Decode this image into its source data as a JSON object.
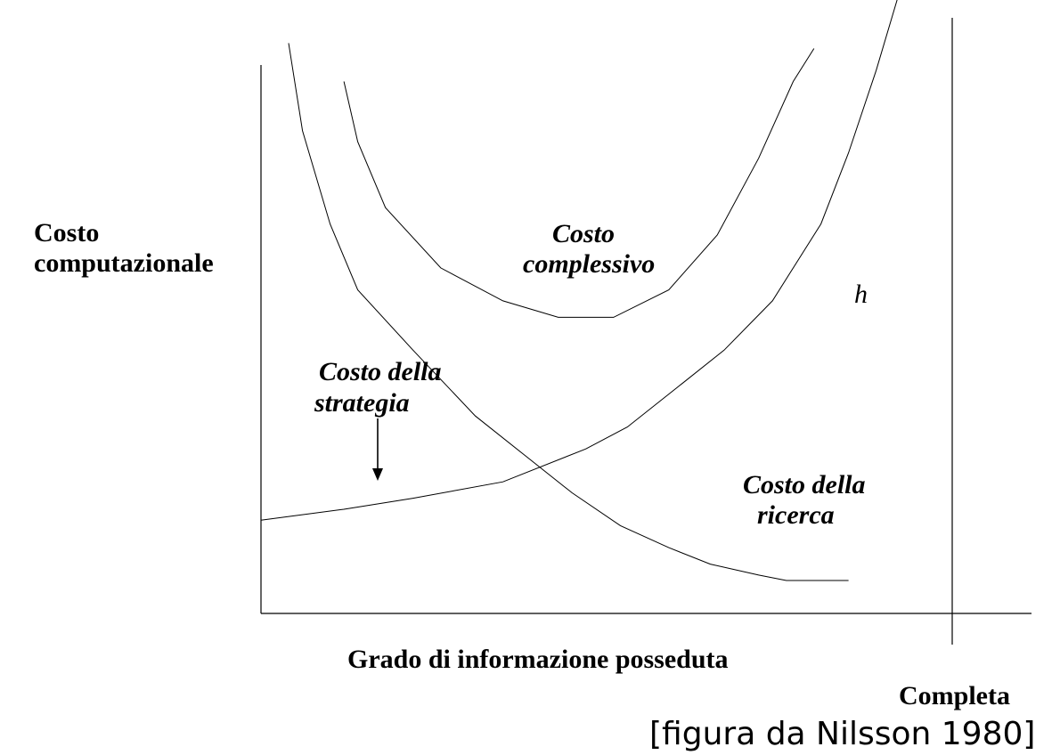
{
  "chart_data": {
    "type": "line",
    "title": "",
    "ylabel": [
      "Costo",
      "computazionale"
    ],
    "xlabel": "Grado di informazione posseduta",
    "x_end_label": "Completa",
    "xlim": [
      0,
      1
    ],
    "ylim": [
      0,
      1
    ],
    "grid": false,
    "series": [
      {
        "name": [
          "Costo",
          "complessivo"
        ],
        "x": [
          0.12,
          0.14,
          0.18,
          0.26,
          0.35,
          0.43,
          0.51,
          0.59,
          0.66,
          0.72,
          0.77,
          0.8
        ],
        "y": [
          0.97,
          0.86,
          0.74,
          0.63,
          0.57,
          0.54,
          0.54,
          0.59,
          0.69,
          0.83,
          0.97,
          1.03
        ]
      },
      {
        "name": [
          "Costo della",
          "ricerca"
        ],
        "x": [
          0.04,
          0.06,
          0.1,
          0.14,
          0.22,
          0.31,
          0.38,
          0.45,
          0.52,
          0.59,
          0.65,
          0.72,
          0.76,
          0.85
        ],
        "y": [
          1.04,
          0.88,
          0.71,
          0.59,
          0.48,
          0.36,
          0.29,
          0.22,
          0.16,
          0.12,
          0.09,
          0.07,
          0.06,
          0.06
        ]
      },
      {
        "name": [
          "Costo della",
          "strategia"
        ],
        "x": [
          0,
          0.12,
          0.22,
          0.35,
          0.47,
          0.53,
          0.61,
          0.67,
          0.74,
          0.81,
          0.85,
          0.89,
          0.93,
          0.95
        ],
        "y": [
          0.17,
          0.19,
          0.21,
          0.24,
          0.3,
          0.34,
          0.42,
          0.48,
          0.57,
          0.71,
          0.84,
          0.99,
          1.16,
          1.23
        ]
      }
    ],
    "annotations": [
      "h"
    ],
    "caption": "[figura da Nilsson 1980]"
  }
}
